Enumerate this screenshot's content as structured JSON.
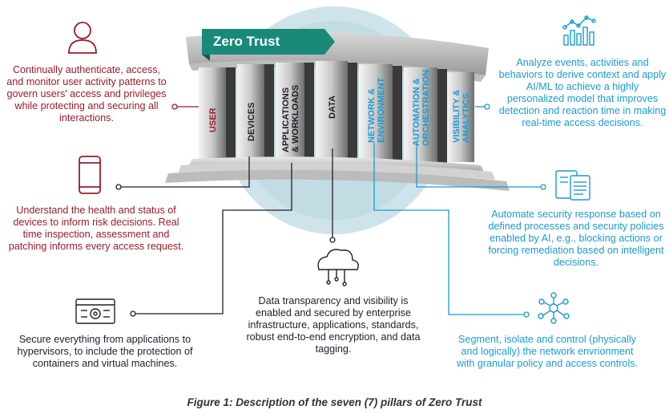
{
  "title": "Zero Trust",
  "pillars": [
    {
      "label": "USER",
      "lines": [
        "USER"
      ],
      "color": "#9b1b2a"
    },
    {
      "label": "DEVICES",
      "lines": [
        "DEVICES"
      ],
      "color": "#1f1f2b"
    },
    {
      "label": "APPLICATIONS & WORKLOADS",
      "lines": [
        "APPLICATIONS",
        "& WORKLOADS"
      ],
      "color": "#1f1f2b"
    },
    {
      "label": "DATA",
      "lines": [
        "DATA"
      ],
      "color": "#1f1f2b"
    },
    {
      "label": "NETWORK & ENVIRONMENT",
      "lines": [
        "NETWORK &",
        "ENVIRONMENT"
      ],
      "color": "#1a9bd6"
    },
    {
      "label": "AUTOMATION & ORCHESTRATION",
      "lines": [
        "AUTOMATION &",
        "ORCHESTRATION"
      ],
      "color": "#1a9bd6"
    },
    {
      "label": "VISIBILITY & ANALYTICS",
      "lines": [
        "VISIBILITY &",
        "ANALYTICS"
      ],
      "color": "#1a9bd6"
    }
  ],
  "descriptions": {
    "user": "Continually authenticate, access, and monitor user activity patterns to govern users' access and privileges while protecting and securing all interactions.",
    "devices": "Understand the health and status of devices to inform risk decisions. Real time inspection, assessment and patching informs every access request.",
    "applications": "Secure everything from applications to hypervisors, to include the protection of containers and virtual machines.",
    "data": "Data transparency and visibility is enabled and secured by enterprise infrastructure, applications, standards, robust end-to-end encryption, and data tagging.",
    "network": "Segment, isolate and control (physically and logically) the network envrionment with granular policy and access controls.",
    "automation": "Automate security response based on defined processes and security policies enabled by AI, e.g., blocking actions or forcing remediation based on intelligent decisions.",
    "visibility": "Analyze events, activities and behaviors to derive context and apply AI/ML to achieve a highly personalized model that improves detection and reaction time in making real-time access decisions."
  },
  "caption": "Figure 1: Description of the seven (7) pillars of Zero Trust",
  "icons": [
    "user-icon",
    "tablet-icon",
    "server-settings-icon",
    "cloud-data-icon",
    "network-nodes-icon",
    "documents-icon",
    "analytics-chart-icon"
  ],
  "colors": {
    "red": "#9b1b2a",
    "dark": "#1f1f2b",
    "blue": "#1a9bd6",
    "teal": "#1a8a78",
    "sky": "#cfe4ea"
  }
}
